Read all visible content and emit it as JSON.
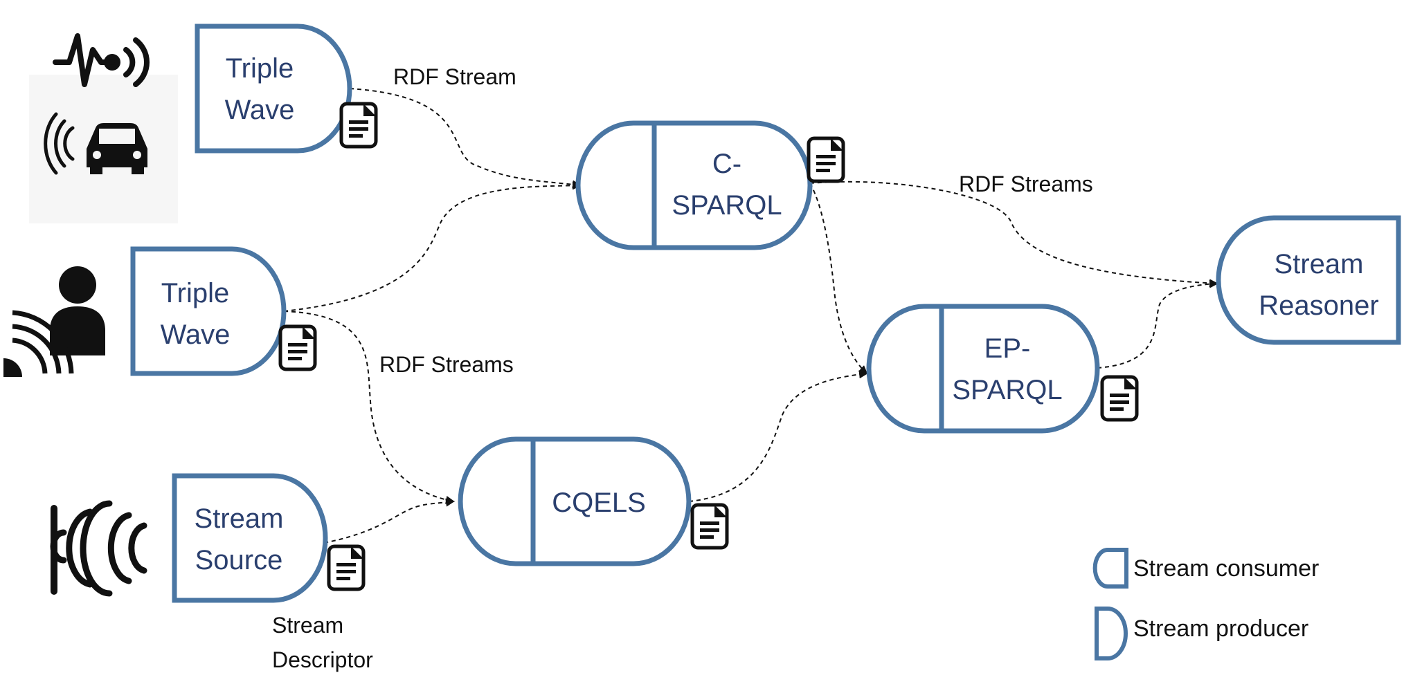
{
  "colors": {
    "node_border": "#4a76a3",
    "node_text": "#2a3f6e",
    "edge": "#111111",
    "icon": "#111111"
  },
  "producers": [
    {
      "id": "tw1",
      "lines": [
        "Triple",
        "Wave"
      ],
      "icon": "sensor-signal-and-car-icons"
    },
    {
      "id": "tw2",
      "lines": [
        "Triple",
        "Wave"
      ],
      "icon": "person-with-signal-icon"
    },
    {
      "id": "ss",
      "lines": [
        "Stream",
        "Source"
      ],
      "icon": "broadcast-waves-icon"
    }
  ],
  "consumers": [
    {
      "id": "csparql",
      "lines": [
        "C-",
        "SPARQL"
      ]
    },
    {
      "id": "cqels",
      "lines": [
        "CQELS"
      ]
    },
    {
      "id": "epsparql",
      "lines": [
        "EP-",
        "SPARQL"
      ]
    }
  ],
  "reasoner": {
    "lines": [
      "Stream",
      "Reasoner"
    ]
  },
  "edge_labels": {
    "tw1_to_csparql": "RDF Stream",
    "csparql_to_reasoner": "RDF Streams",
    "tw2_to_cqels": "RDF Streams"
  },
  "descriptor_label": [
    "Stream",
    "Descriptor"
  ],
  "legend": {
    "consumer": "Stream consumer",
    "producer": "Stream producer"
  }
}
